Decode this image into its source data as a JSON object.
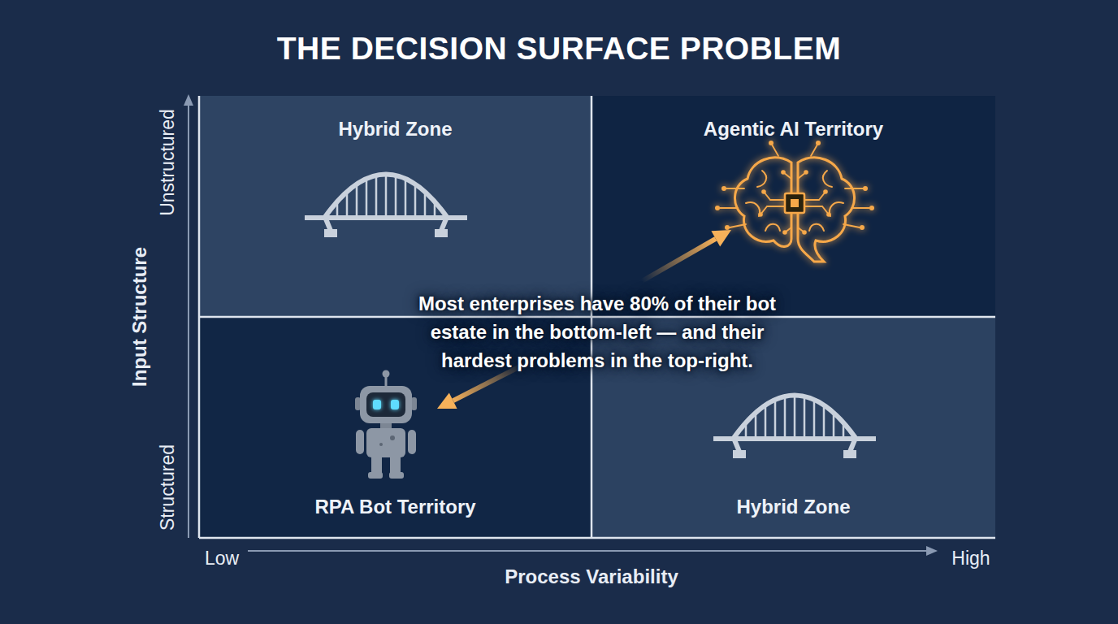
{
  "diagram": {
    "title": "THE DECISION SURFACE PROBLEM",
    "nodes": [
      {
        "text": [
          "Hybrid Zone"
        ]
      },
      {
        "text": [
          "Agentic AI Territory"
        ]
      },
      {
        "text": [
          "RPA Bot Territory"
        ]
      },
      {
        "text": [
          "Hybrid Zone"
        ]
      }
    ],
    "labels": [
      "Input Structure",
      "Unstructured",
      "Structured",
      "Low",
      "High",
      "Process Variability",
      "Most enterprises have 80% of their bot estate in the bottom-left — and their hardest problems in the top-right."
    ]
  }
}
